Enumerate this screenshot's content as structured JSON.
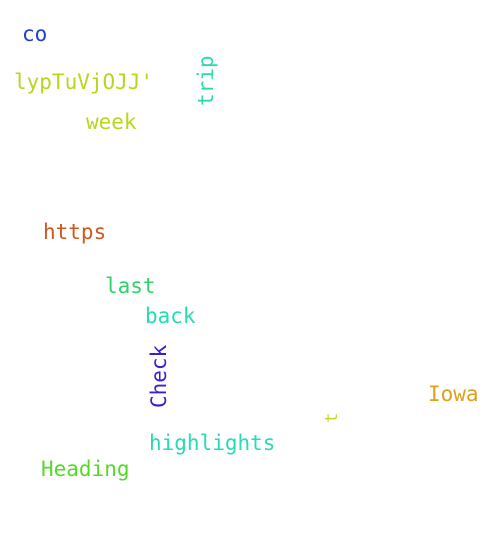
{
  "words": [
    {
      "text": "co",
      "color": "#1f3fd0"
    },
    {
      "text": "lypTuVjOJJ'",
      "color": "#b7d61f"
    },
    {
      "text": "trip",
      "color": "#2ed9b0"
    },
    {
      "text": "week",
      "color": "#b7d61f"
    },
    {
      "text": "https",
      "color": "#d0581f"
    },
    {
      "text": "last",
      "color": "#2ed36a"
    },
    {
      "text": "back",
      "color": "#25dcb5"
    },
    {
      "text": "Check",
      "color": "#3a1fd0"
    },
    {
      "text": "Iowa",
      "color": "#d9a21f"
    },
    {
      "text": "t",
      "color": "#c6d62a"
    },
    {
      "text": "highlights",
      "color": "#25dcb5"
    },
    {
      "text": "Heading",
      "color": "#56d92a"
    }
  ]
}
